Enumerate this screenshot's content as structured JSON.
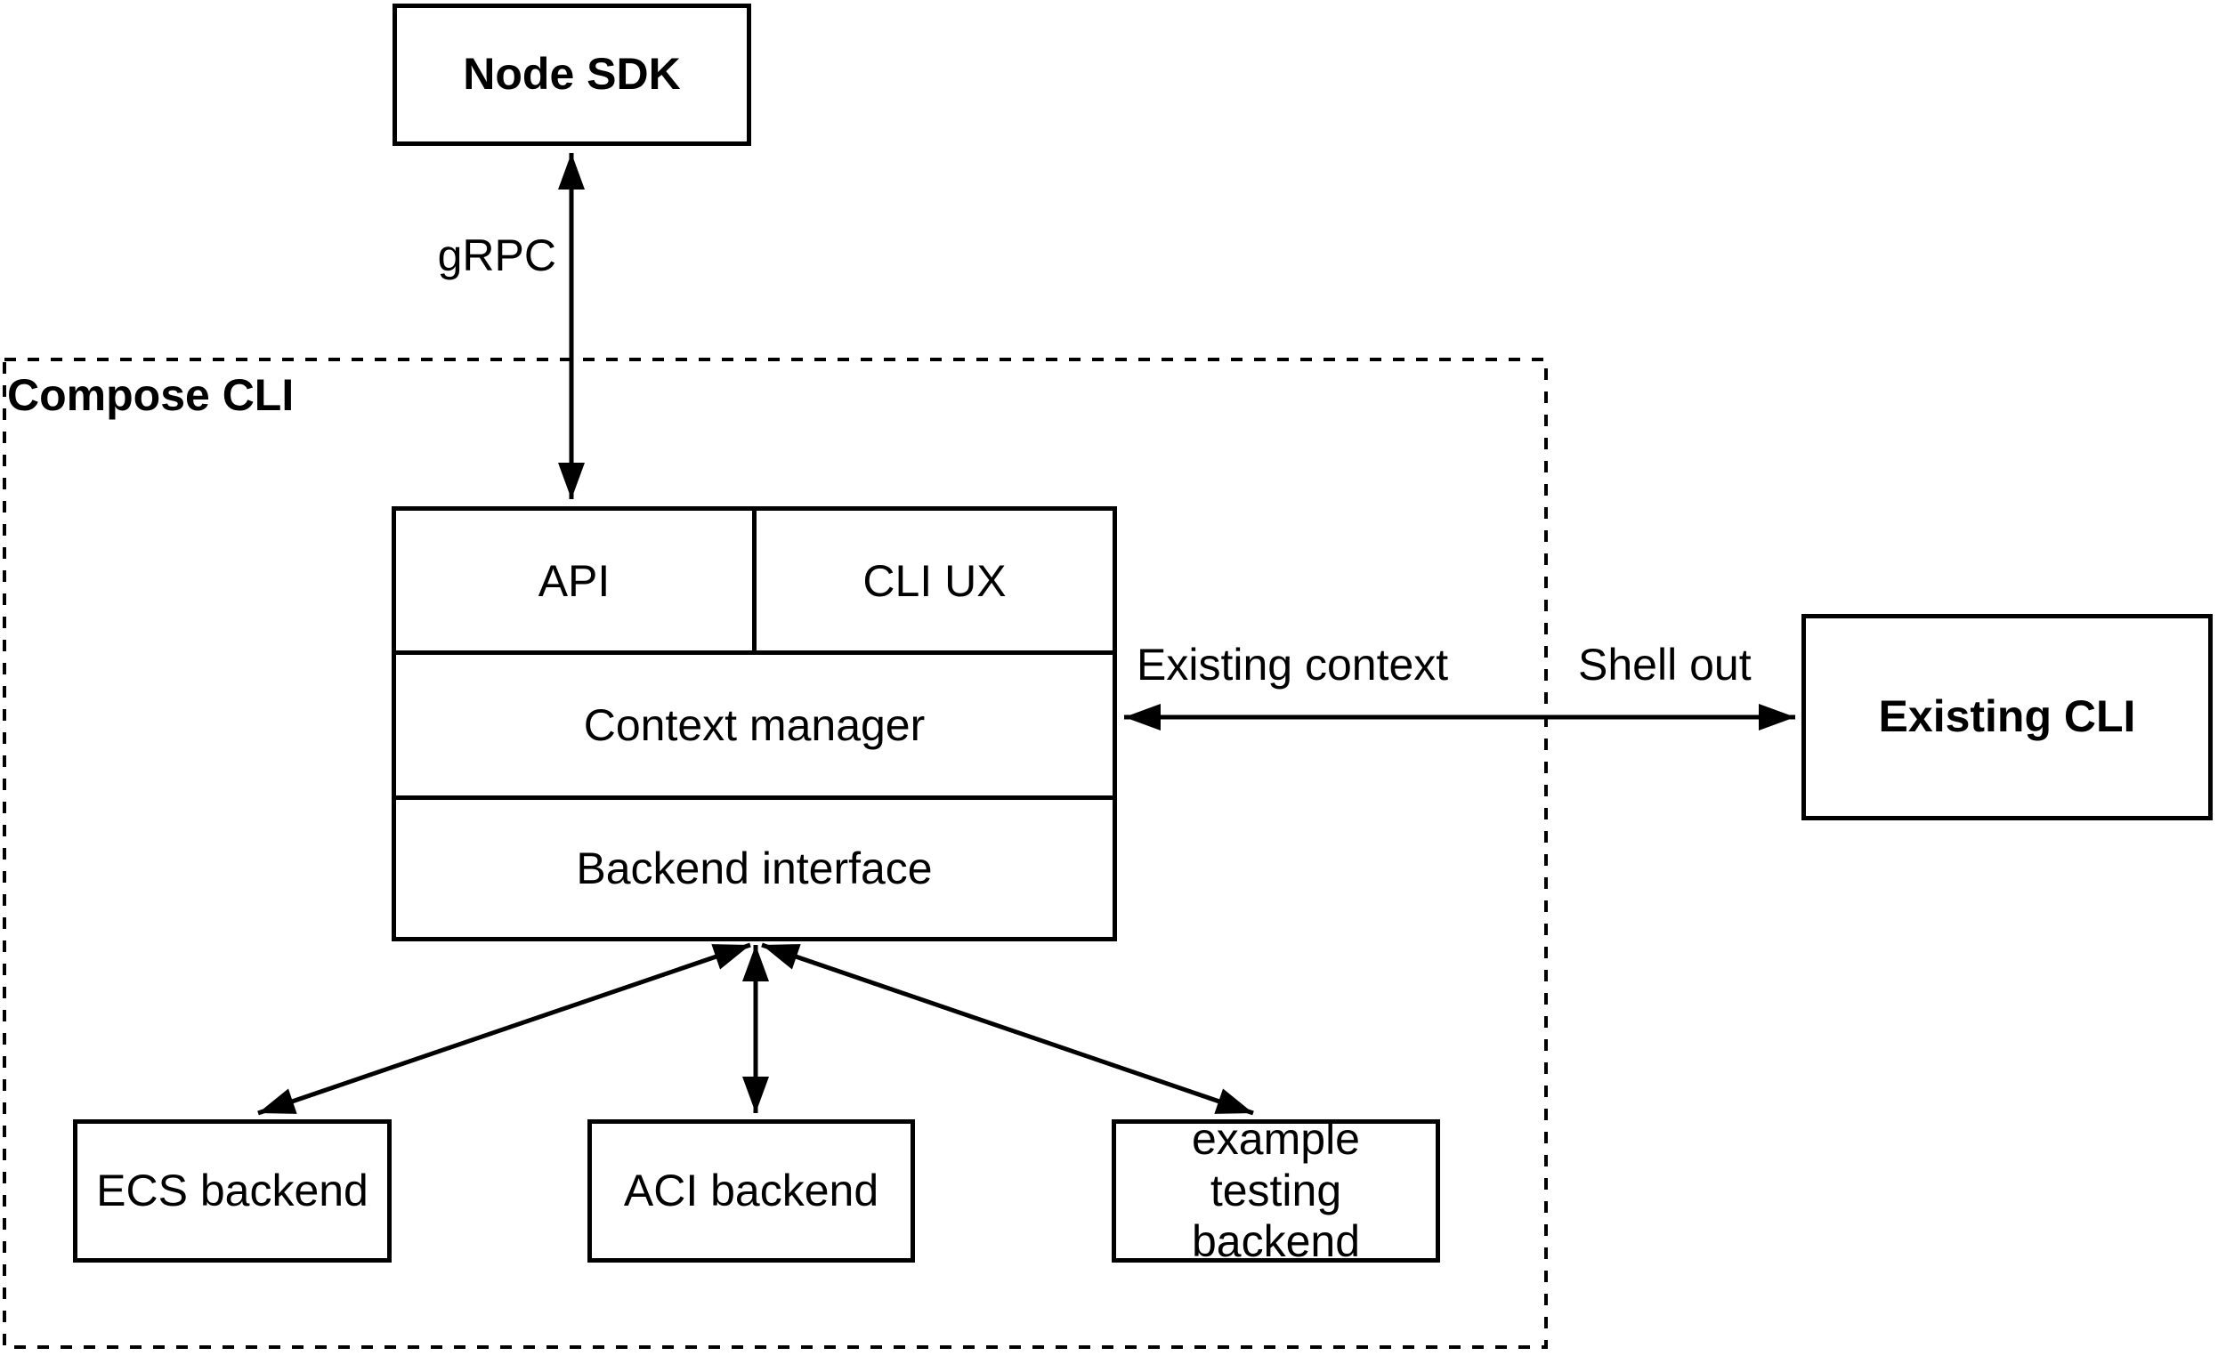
{
  "container_label": "Compose CLI",
  "nodes": {
    "node_sdk": "Node SDK",
    "api": "API",
    "cli_ux": "CLI UX",
    "context_manager": "Context manager",
    "backend_interface": "Backend interface",
    "ecs_backend": "ECS backend",
    "aci_backend": "ACI backend",
    "example_testing_backend": "example testing backend",
    "existing_cli": "Existing CLI"
  },
  "edge_labels": {
    "grpc": "gRPC",
    "existing_context": "Existing context",
    "shell_out": "Shell out"
  },
  "colors": {
    "stroke": "#000000",
    "background": "#ffffff"
  }
}
